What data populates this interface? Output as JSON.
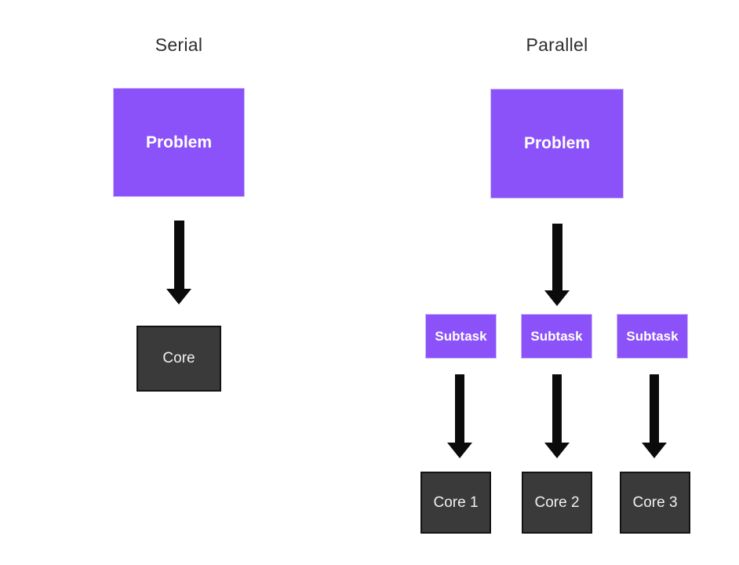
{
  "colors": {
    "background": "#ffffff",
    "purple_box": "#8a52f8",
    "purple_box_border": "#cab8f8",
    "dark_box": "#3a3a3a",
    "dark_box_border": "#131313",
    "arrow": "#0b0b0b",
    "title_text": "#2e2e2e",
    "purple_box_text": "#ffffff",
    "dark_box_text": "#f0f0f0"
  },
  "serial": {
    "title": "Serial",
    "problem_label": "Problem",
    "core_label": "Core"
  },
  "parallel": {
    "title": "Parallel",
    "problem_label": "Problem",
    "subtasks": [
      {
        "label": "Subtask"
      },
      {
        "label": "Subtask"
      },
      {
        "label": "Subtask"
      }
    ],
    "cores": [
      {
        "label": "Core 1"
      },
      {
        "label": "Core 2"
      },
      {
        "label": "Core 3"
      }
    ]
  }
}
